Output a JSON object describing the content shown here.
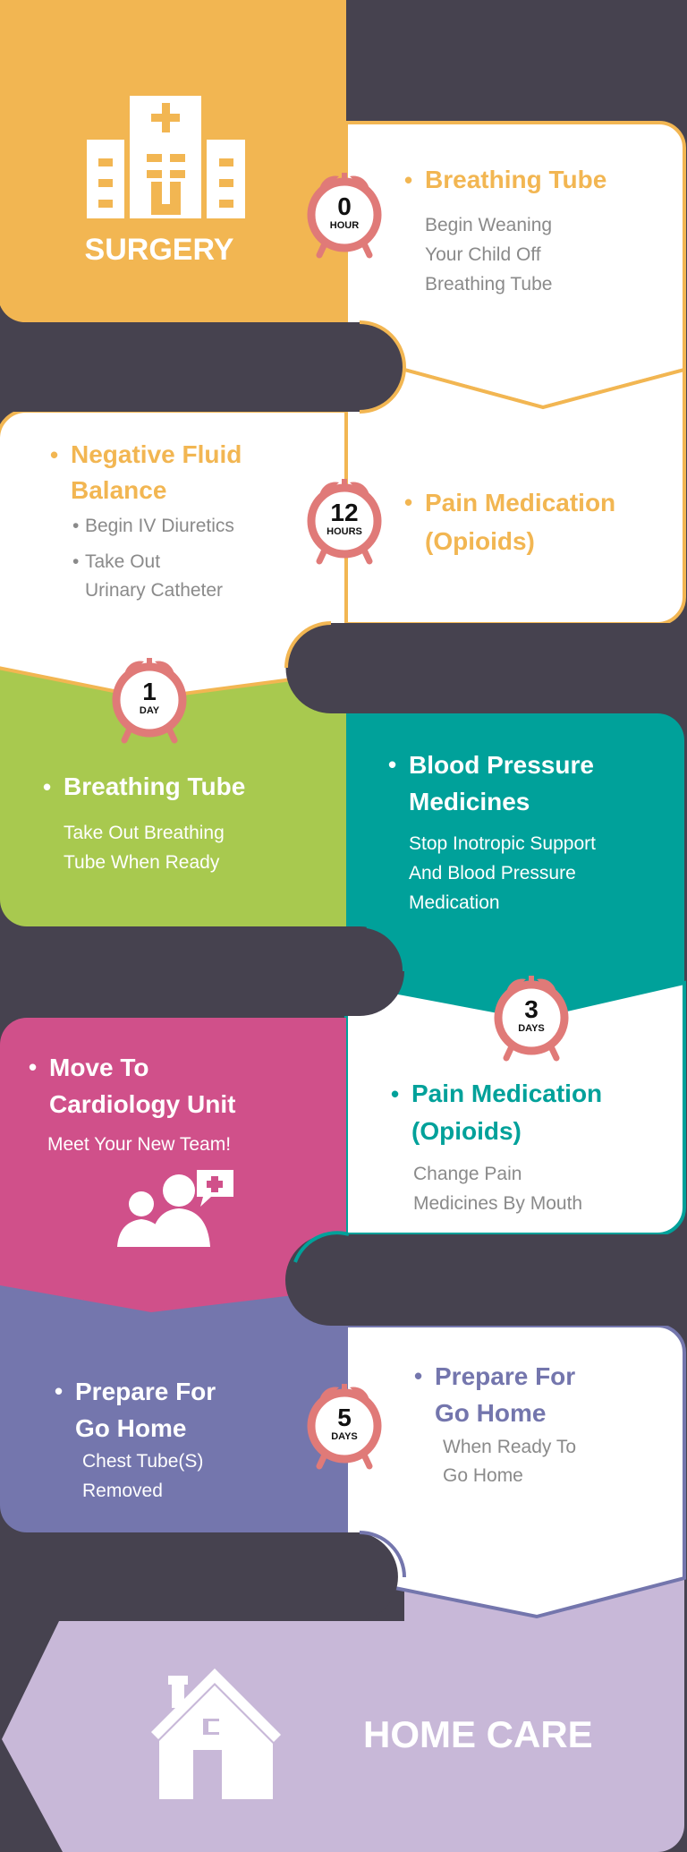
{
  "colors": {
    "background": "#46424f",
    "orange": "#f2b652",
    "green": "#a8c94f",
    "teal": "#00a19a",
    "pink": "#d0508a",
    "purple": "#7476ad",
    "lavender": "#c8b8d8",
    "clock": "#e07a78",
    "body_grey": "#8a8a8a"
  },
  "surgery": {
    "label": "SURGERY",
    "icon": "hospital-icon"
  },
  "home": {
    "label": "HOME CARE",
    "icon": "house-icon"
  },
  "clocks": [
    {
      "number": "0",
      "unit": "HOUR"
    },
    {
      "number": "12",
      "unit": "HOURS"
    },
    {
      "number": "1",
      "unit": "DAY"
    },
    {
      "number": "3",
      "unit": "DAYS"
    },
    {
      "number": "5",
      "unit": "DAYS"
    }
  ],
  "steps": {
    "breathing_tube_0h": {
      "title": "Breathing Tube",
      "body": [
        "Begin Weaning",
        "Your Child Off",
        "Breathing Tube"
      ]
    },
    "negative_fluid": {
      "title": [
        "Negative Fluid",
        "Balance"
      ],
      "items": [
        "Begin IV Diuretics",
        "Take Out",
        "Urinary Catheter"
      ]
    },
    "pain_med_12h": {
      "title": [
        "Pain Medication",
        "(Opioids)"
      ]
    },
    "breathing_tube_1d": {
      "title": "Breathing Tube",
      "body": [
        "Take Out Breathing",
        "Tube When Ready"
      ]
    },
    "blood_pressure": {
      "title": [
        "Blood Pressure",
        "Medicines"
      ],
      "body": [
        "Stop Inotropic Support",
        "And Blood Pressure",
        "Medication"
      ]
    },
    "cardiology": {
      "title": [
        "Move To",
        "Cardiology Unit"
      ],
      "body": "Meet Your New Team!",
      "icon": "doctors-icon"
    },
    "pain_med_3d": {
      "title": [
        "Pain Medication",
        "(Opioids)"
      ],
      "body": [
        "Change Pain",
        "Medicines By Mouth"
      ]
    },
    "prepare_left": {
      "title": [
        "Prepare For",
        "Go Home"
      ],
      "body": [
        "Chest Tube(S)",
        "Removed"
      ]
    },
    "prepare_right": {
      "title": [
        "Prepare For",
        "Go Home"
      ],
      "body": [
        "When Ready To",
        "Go Home"
      ]
    }
  }
}
